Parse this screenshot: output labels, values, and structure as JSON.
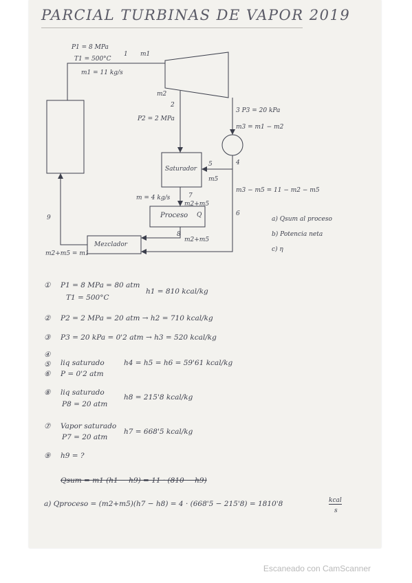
{
  "document": {
    "title": "PARCIAL TURBINAS DE VAPOR 2019",
    "watermark": "Escaneado con CamScanner"
  },
  "diagram": {
    "p1": "P1 = 8 MPa",
    "t1": "T1 = 500°C",
    "m1": "m1 = 11 kg/s",
    "m_top": "m1",
    "label_1": "1",
    "label_2": "2",
    "m2": "m2",
    "p2": "P2 = 2 MPa",
    "state3": "3  P3 = 20 kPa",
    "m3": "m3 = m1 − m2",
    "label_4": "4",
    "label_5": "5",
    "m5": "m5",
    "saturador": "Saturador",
    "m_proc": "m = 4 kg/s",
    "label_7": "7",
    "m2m5": "m2+m5",
    "proceso": "Proceso",
    "q": "Q",
    "label_6": "6",
    "m6": "m3 − m5 = 11 − m2 − m5",
    "label_8": "8",
    "m8": "m2+m5",
    "label_9": "9",
    "mezclador": "Mezclador",
    "mix": "m2+m5 = m1"
  },
  "questions": {
    "a": "a)  Qsum al proceso",
    "b": "b)  Potencia neta",
    "c": "c)  η"
  },
  "solutions": {
    "s1_circ": "①",
    "s1_a": "P1 = 8 MPa = 80 atm",
    "s1_b": "T1 = 500°C",
    "s1_h": "h1 = 810 kcal/kg",
    "s2_circ": "②",
    "s2": "P2 = 2 MPa = 20 atm → h2 = 710 kcal/kg",
    "s3_circ": "③",
    "s3": "P3 = 20 kPa = 0'2 atm → h3 = 520 kcal/kg",
    "s4_circ": "④",
    "s5_circ": "⑤",
    "s6_circ": "⑥",
    "s456_a": "liq saturado",
    "s456_b": "P = 0'2 atm",
    "s456_h": "h4 = h5 = h6 = 59'61 kcal/kg",
    "s8_circ": "⑧",
    "s8_a": "liq saturado",
    "s8_b": "P8 = 20 atm",
    "s8_h": "h8 = 215'8 kcal/kg",
    "s7_circ": "⑦",
    "s7_a": "Vapor saturado",
    "s7_b": "P7 = 20 atm",
    "s7_h": "h7 = 668'5 kcal/kg",
    "s9_circ": "⑨",
    "s9": "h9 = ?",
    "crossed": "Qsum = m1 (h1 − h9) = 11 · (810 − h9)",
    "answer_a": "a)  Qproceso = (m2+m5)(h7 − h8) = 4 · (668'5 − 215'8) = 1810'8",
    "answer_unit_top": "kcal",
    "answer_unit_bottom": "s"
  }
}
